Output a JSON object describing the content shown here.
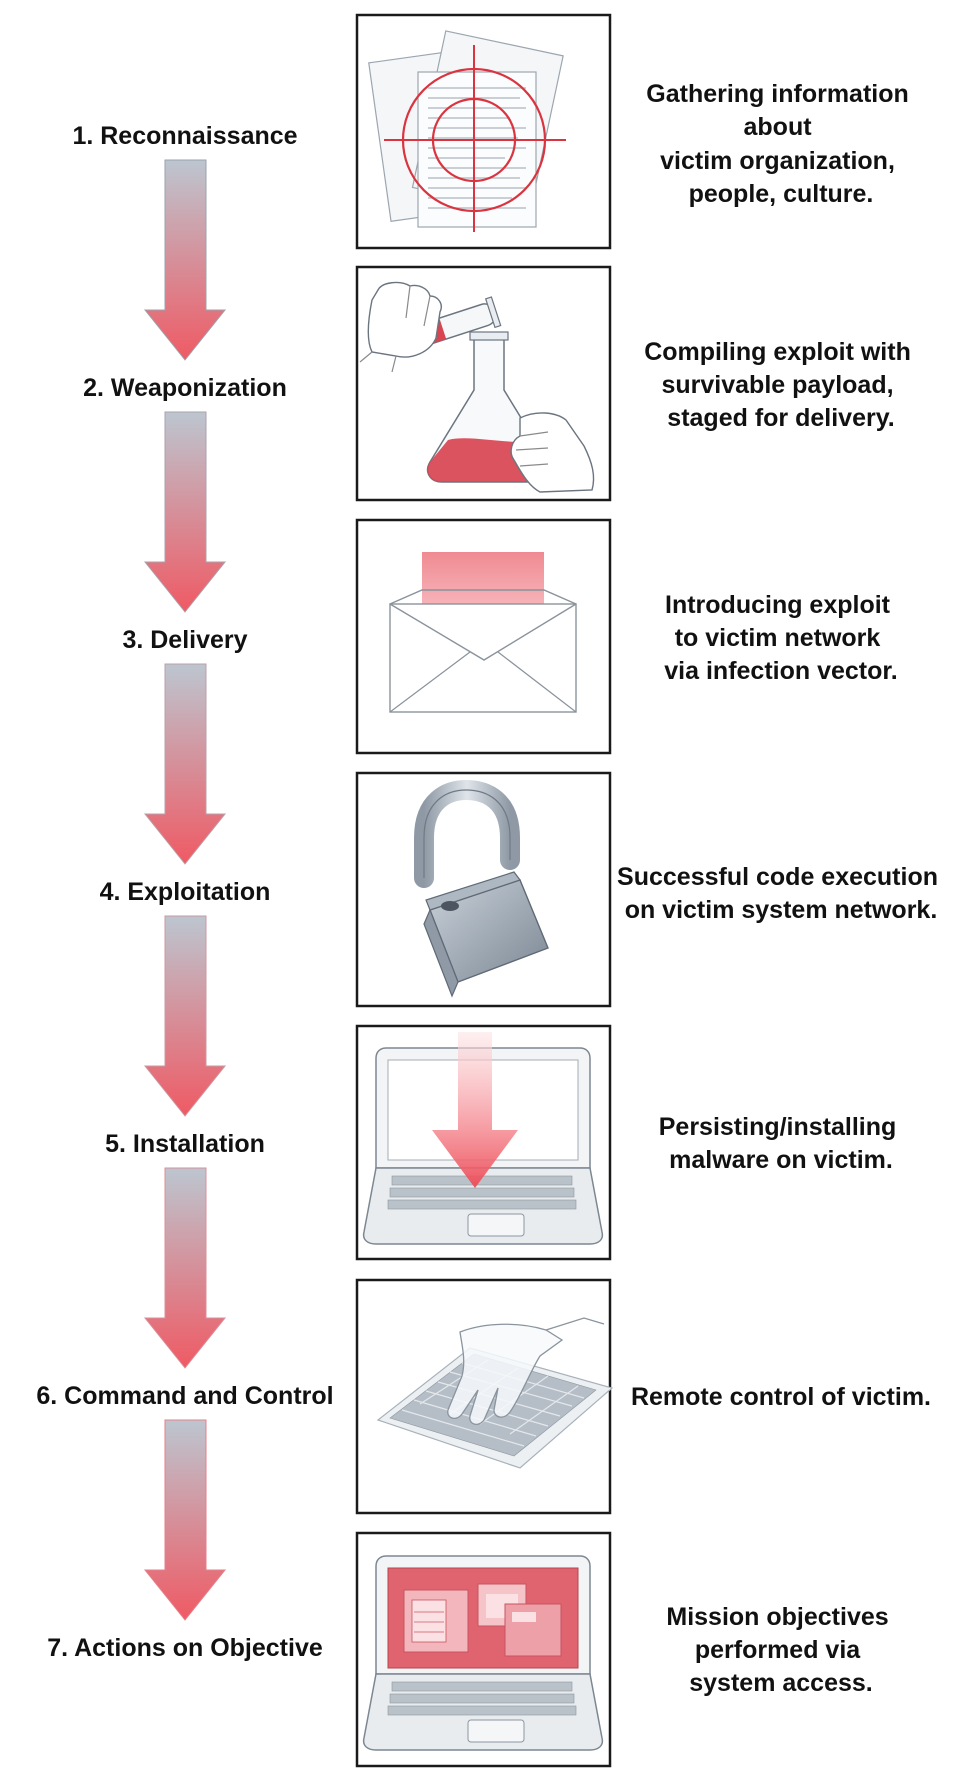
{
  "stages": [
    {
      "label": "1. Reconnaissance",
      "icon": "target-on-documents-icon",
      "description": [
        "Gathering information",
        "about",
        "victim organization,",
        "people, culture."
      ]
    },
    {
      "label": "2. Weaponization",
      "icon": "flask-and-test-tube-icon",
      "description": [
        "Compiling exploit with",
        "survivable payload,",
        "staged for delivery."
      ]
    },
    {
      "label": "3. Delivery",
      "icon": "envelope-icon",
      "description": [
        "Introducing exploit",
        "to victim network",
        "via infection vector."
      ]
    },
    {
      "label": "4. Exploitation",
      "icon": "open-padlock-icon",
      "description": [
        "Successful code execution",
        "on victim system network."
      ]
    },
    {
      "label": "5. Installation",
      "icon": "laptop-download-icon",
      "description": [
        "Persisting/installing",
        "malware on victim."
      ]
    },
    {
      "label": "6. Command and Control",
      "icon": "hand-on-keyboard-icon",
      "description": [
        "Remote control of victim."
      ]
    },
    {
      "label": "7. Actions on Objective",
      "icon": "laptop-windows-icon",
      "description": [
        "Mission objectives",
        "performed via",
        "system access."
      ]
    }
  ],
  "colors": {
    "arrow_start": "#bcc6d0",
    "arrow_end": "#ef5a64",
    "accent_red": "#e03c48",
    "box_border": "#1a1a1a"
  }
}
